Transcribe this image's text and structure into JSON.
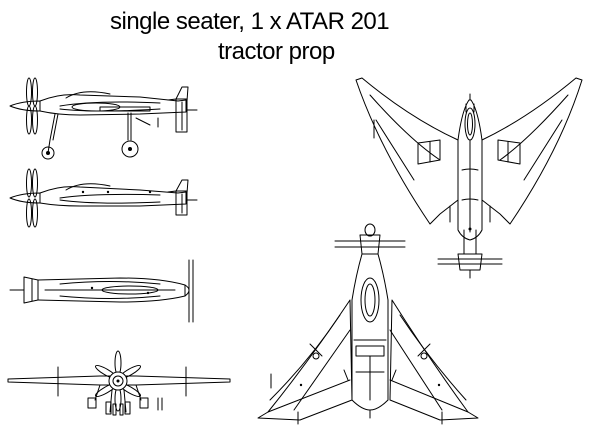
{
  "title": {
    "line1": "single seater, 1 x ATAR 201",
    "line2": "tractor prop"
  },
  "views": [
    {
      "name": "side-view-gear-down"
    },
    {
      "name": "side-view"
    },
    {
      "name": "bottom-view-fuselage"
    },
    {
      "name": "front-view"
    },
    {
      "name": "top-view"
    },
    {
      "name": "bottom-view"
    }
  ]
}
